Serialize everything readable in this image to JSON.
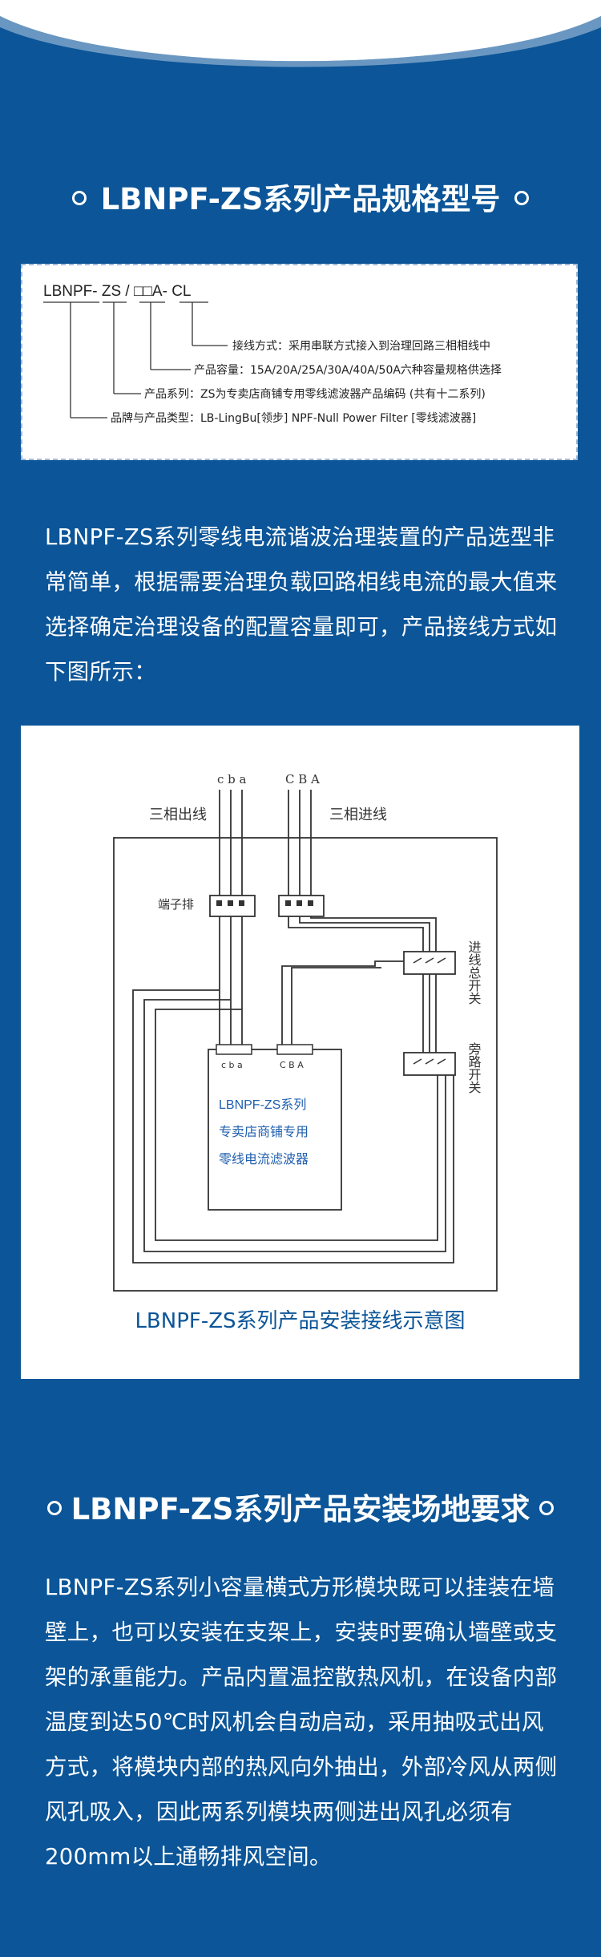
{
  "section1": {
    "title": "LBNPF-ZS系列产品规格型号"
  },
  "spec": {
    "model_code": "LBNPF- ZS / □□A- CL",
    "line1": "接线方式：采用串联方式接入到治理回路三相相线中",
    "line2": "产品容量：15A/20A/25A/30A/40A/50A六种容量规格供选择",
    "line3": "产品系列：ZS为专卖店商铺专用零线滤波器产品编码 (共有十二系列)",
    "line4": "品牌与产品类型：LB-LingBu[领步]   NPF-Null Power Filter [零线滤波器]"
  },
  "intro_paragraph": "LBNPF-ZS系列零线电流谐波治理装置的产品选型非常简单，根据需要治理负载回路相线电流的最大值来选择确定治理设备的配置容量即可，产品接线方式如下图所示：",
  "wiring": {
    "label_cba_left": "c b a",
    "label_cba_right": "C B A",
    "label_out": "三相出线",
    "label_in": "三相进线",
    "label_terminal": "端子排",
    "label_main_switch": "进线总开关",
    "label_bypass_switch": "旁路开关",
    "device_cba_left": "c b a",
    "device_cba_right": "C B A",
    "device_line1": "LBNPF-ZS系列",
    "device_line2": "专卖店商铺专用",
    "device_line3": "零线电流滤波器",
    "caption": "LBNPF-ZS系列产品安装接线示意图"
  },
  "section2": {
    "title": "LBNPF-ZS系列产品安装场地要求"
  },
  "requirements_paragraph": "LBNPF-ZS系列小容量横式方形模块既可以挂装在墙壁上，也可以安装在支架上，安装时要确认墙壁或支架的承重能力。产品内置温控散热风机，在设备内部温度到达50℃时风机会自动启动，采用抽吸式出风方式，将模块内部的热风向外抽出，外部冷风从两侧风孔吸入，因此两系列模块两侧进出风孔必须有200mm以上通畅排风空间。",
  "colors": {
    "background": "#0b5598",
    "wave": "#ffffff",
    "diagram_text": "#1f5fae"
  }
}
